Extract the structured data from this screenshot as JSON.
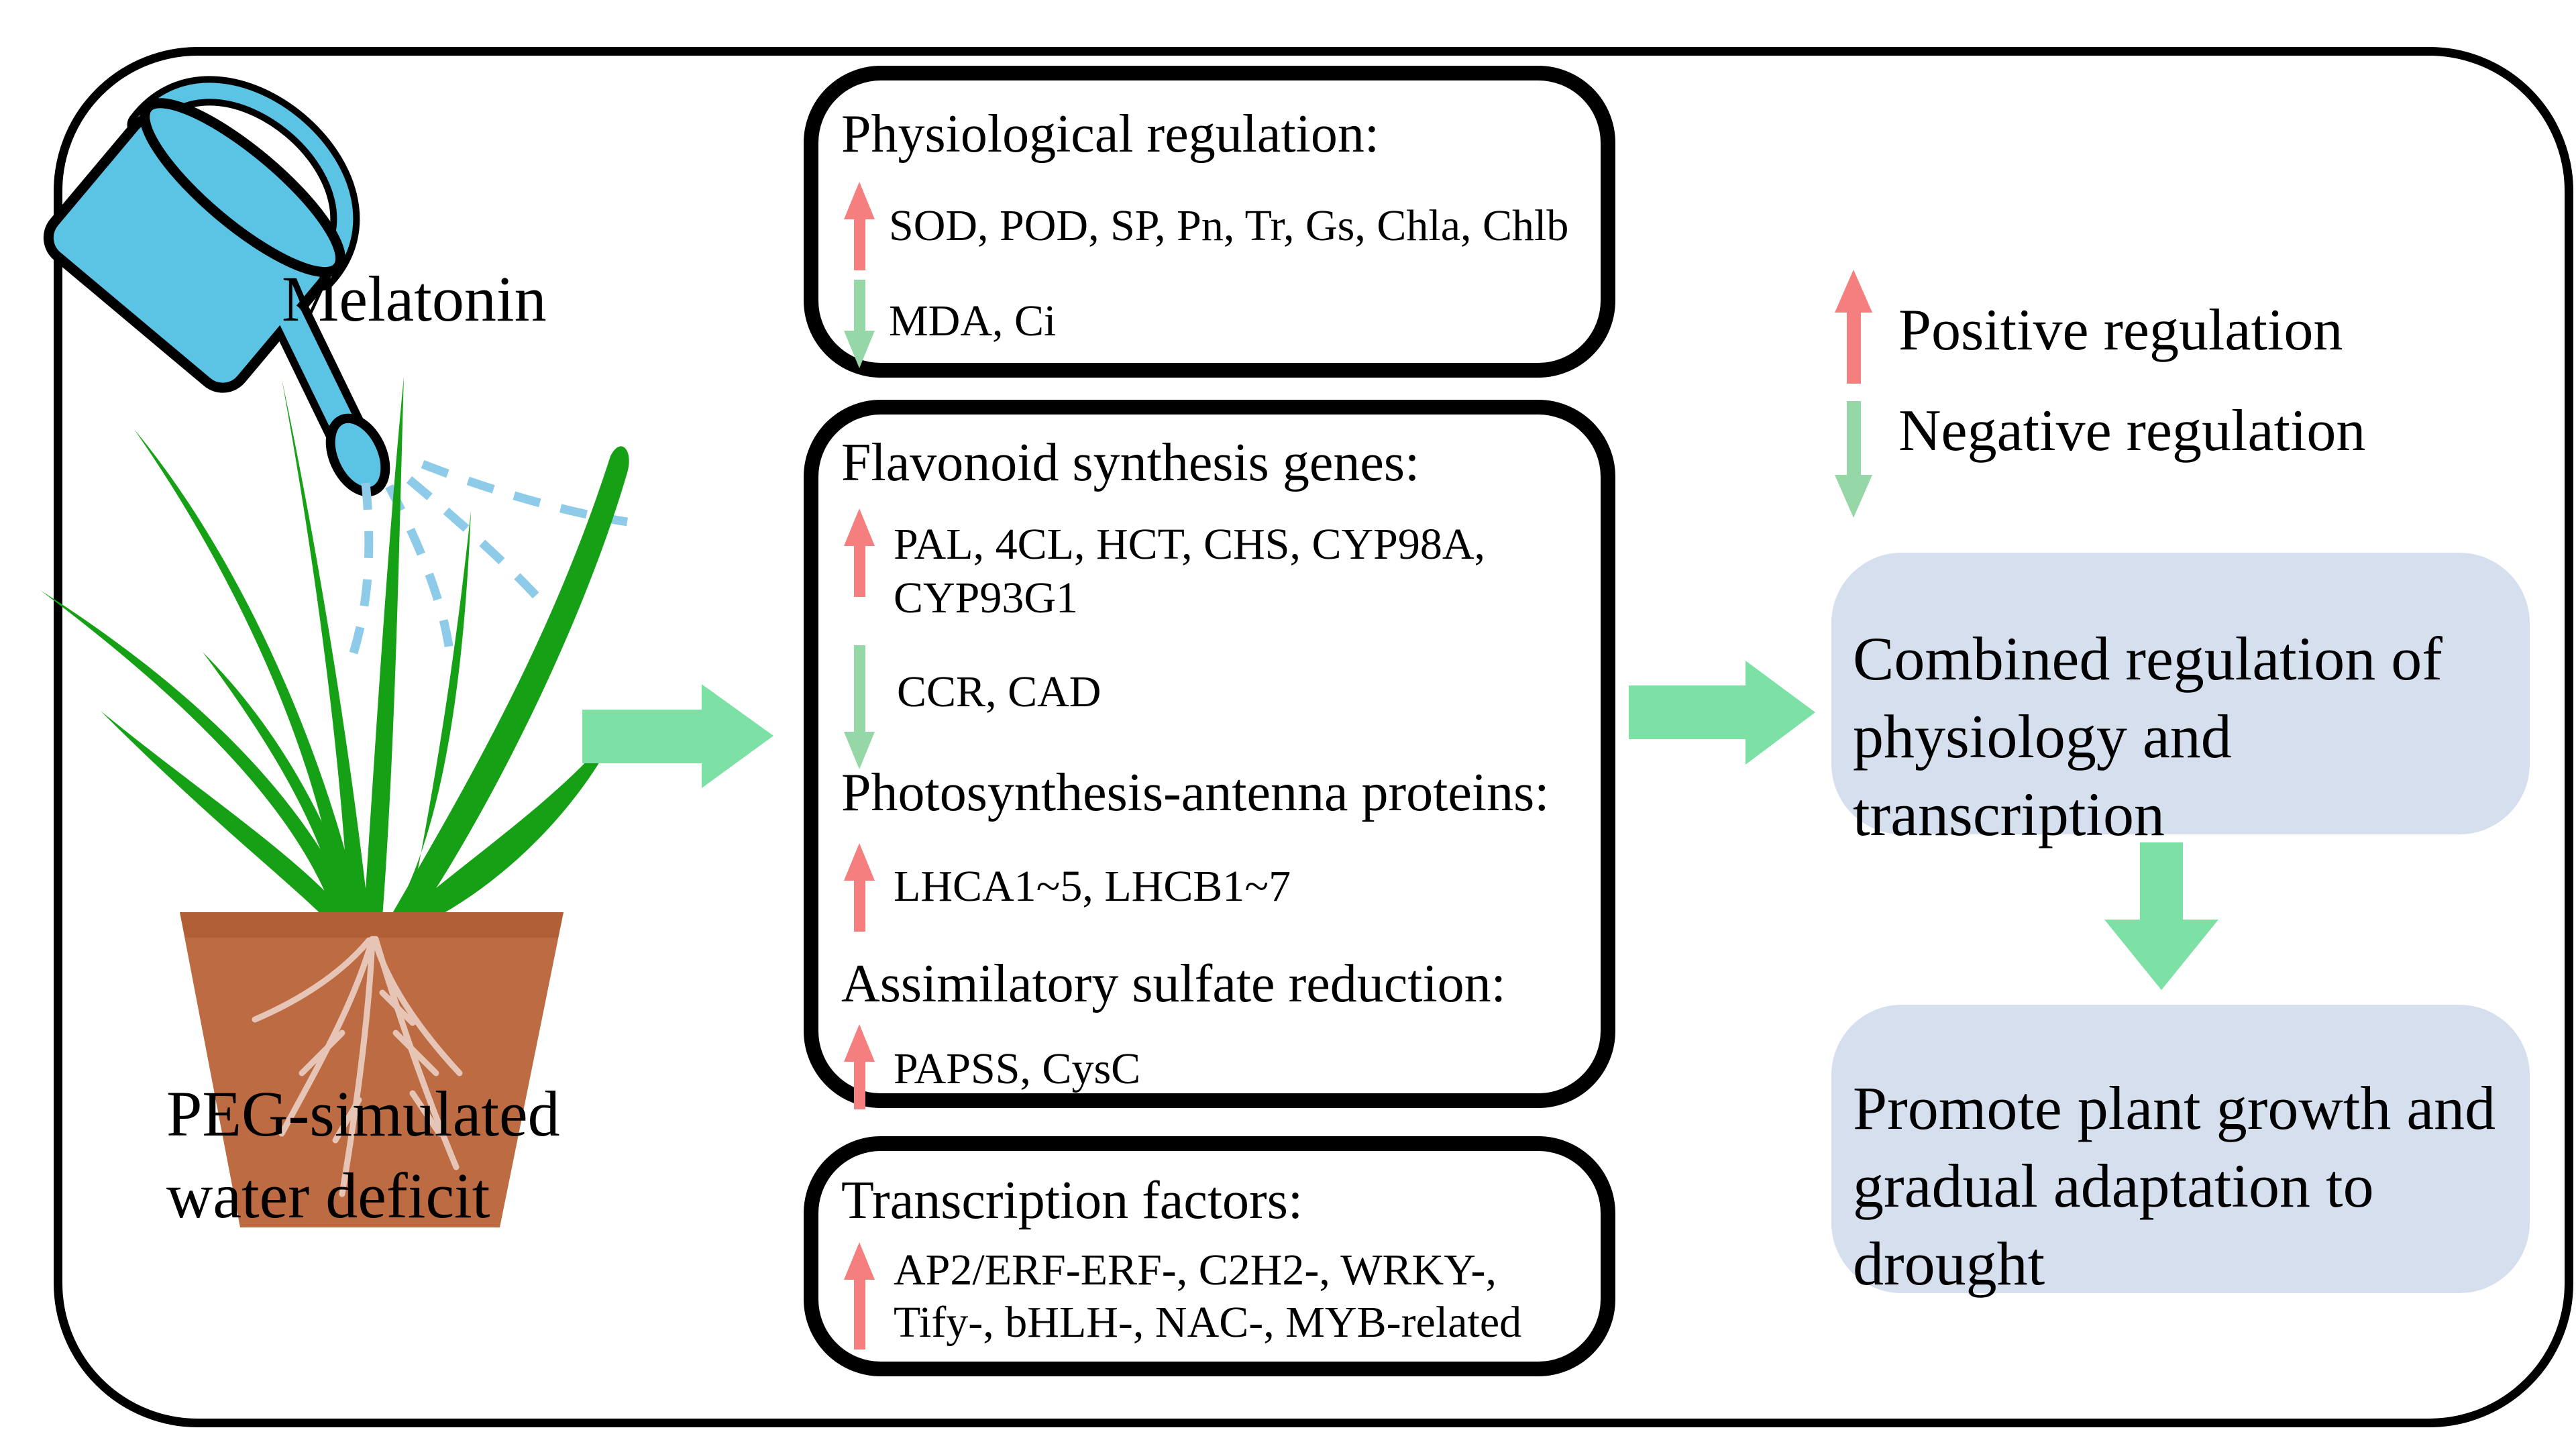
{
  "figure": {
    "left": {
      "melatonin": "Melatonin",
      "peg_lines": [
        "PEG-simulated",
        "water deficit"
      ]
    },
    "physiological_box": {
      "title": "Physiological regulation:",
      "up": "SOD, POD, SP, Pn, Tr, Gs, Chla, Chlb",
      "down": "MDA, Ci"
    },
    "pathway_box": {
      "flavonoid_title": "Flavonoid synthesis genes:",
      "flavonoid_up_lines": [
        "PAL, 4CL, HCT, CHS, CYP98A,",
        "CYP93G1"
      ],
      "flavonoid_down": "CCR, CAD",
      "photosynthesis_title": "Photosynthesis-antenna proteins:",
      "photosynthesis_up": "LHCA1~5, LHCB1~7",
      "sulfate_title": "Assimilatory sulfate reduction:",
      "sulfate_up": "PAPSS, CysC"
    },
    "tf_box": {
      "title": "Transcription factors:",
      "up_lines": [
        "AP2/ERF-ERF-, C2H2-, WRKY-,",
        "Tify-, bHLH-, NAC-, MYB-related"
      ]
    },
    "legend": {
      "positive": "Positive regulation",
      "negative": "Negative regulation"
    },
    "combined_box_lines": [
      "Combined regulation of",
      "physiology and transcription"
    ],
    "promote_box_lines": [
      "Promote plant growth and",
      "gradual adaptation to drought"
    ],
    "colors": {
      "positive_arrow": "#f57f7f",
      "negative_arrow": "#95d7a6",
      "flow_arrow": "#7de0a5",
      "outcome_box_bg": "#d5dfee",
      "can_blue": "#5bc4e4",
      "spray_blue": "#8ecbe8",
      "leaf_green": "#16a016",
      "pot_brown": "#bc6b42",
      "pot_rim": "#b05f37",
      "root_pink": "#e6c5b7"
    }
  }
}
